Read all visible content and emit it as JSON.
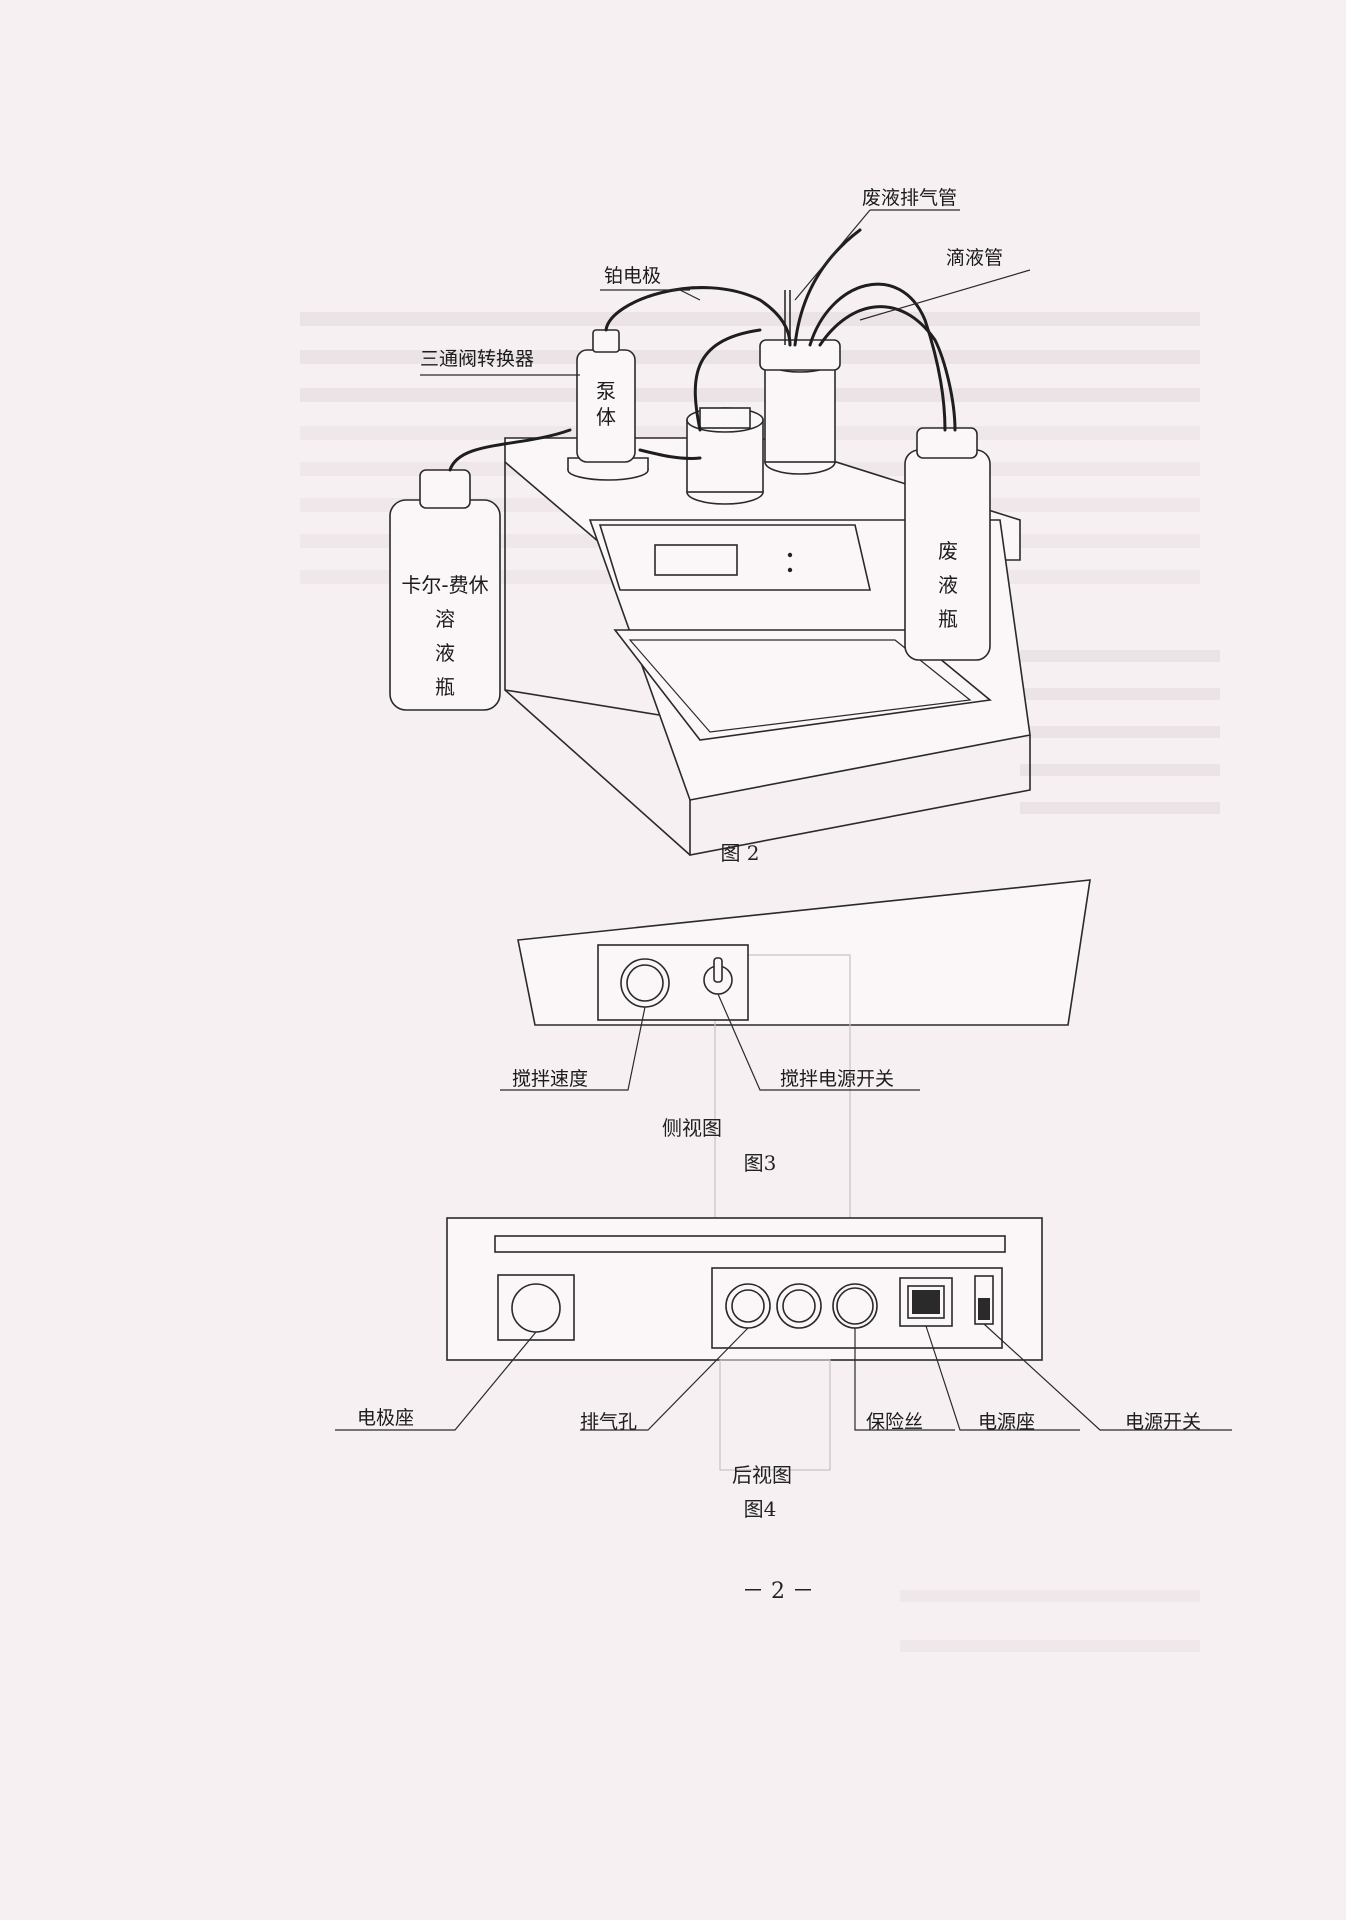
{
  "figure2": {
    "labels": {
      "waste_exhaust_tube": "废液排气管",
      "platinum_electrode": "铂电极",
      "titrant_tube": "滴液管",
      "three_way_valve": "三通阀转换器",
      "pump_body": "泵\n体",
      "kf_solution_bottle": "卡尔-费休\n溶\n液\n瓶",
      "waste_bottle": "废\n液\n瓶"
    },
    "caption": "图 2"
  },
  "figure3": {
    "labels": {
      "stir_speed": "搅拌速度",
      "stir_power_switch": "搅拌电源开关"
    },
    "view_name": "侧视图",
    "caption": "图3"
  },
  "figure4": {
    "labels": {
      "electrode_socket": "电极座",
      "vent_hole": "排气孔",
      "fuse": "保险丝",
      "power_socket": "电源座",
      "power_switch": "电源开关"
    },
    "view_name": "后视图",
    "caption": "图4"
  },
  "page_number": "－ 2 －",
  "colors": {
    "paper": "#f7f0f3",
    "ink": "#1c1c1c"
  }
}
